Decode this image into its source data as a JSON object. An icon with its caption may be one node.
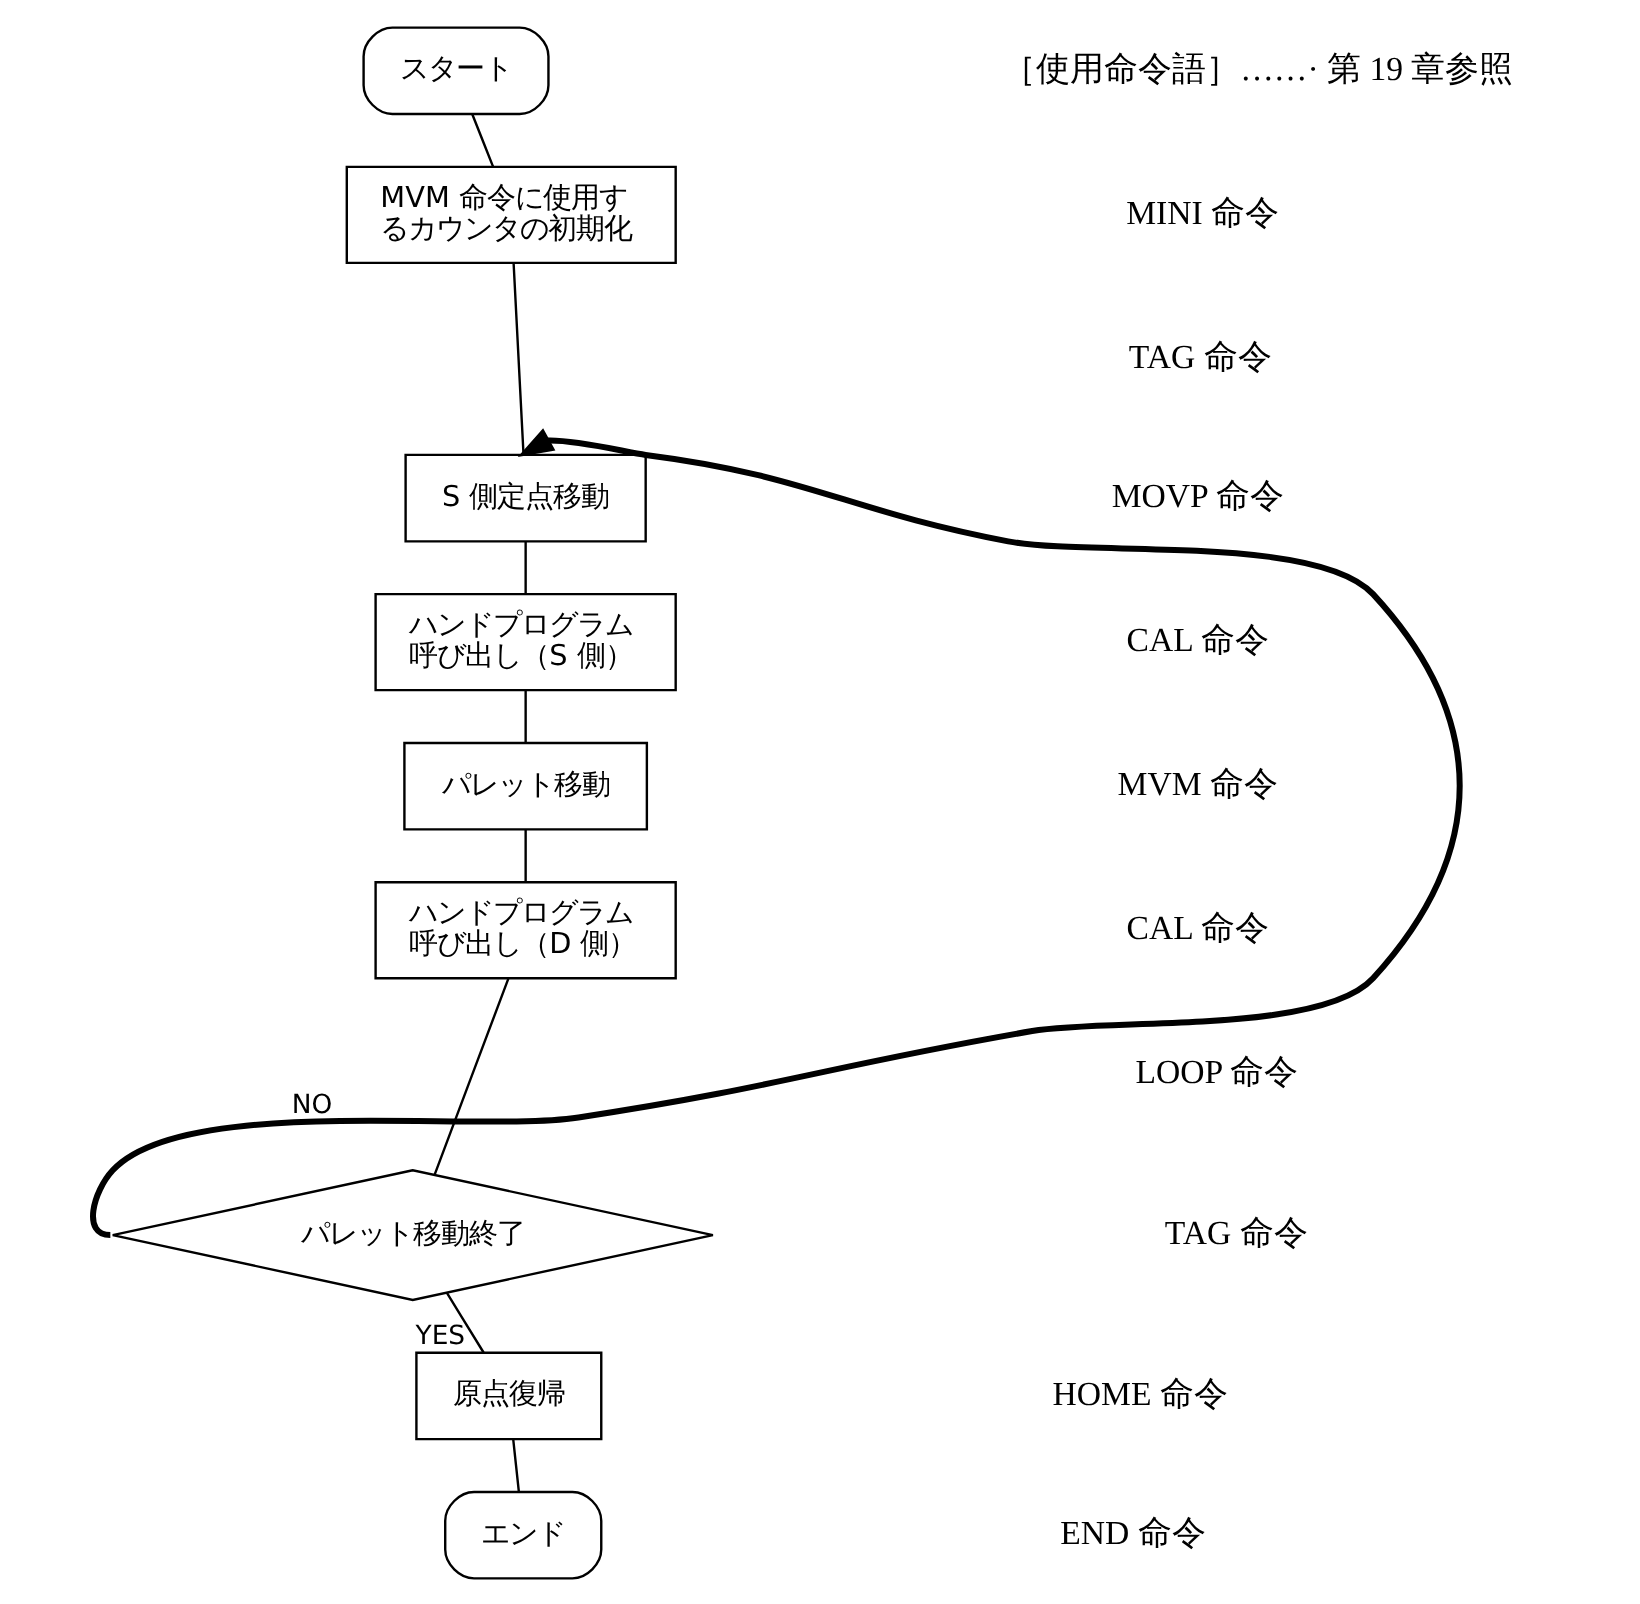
{
  "diagram": {
    "nodes": [
      {
        "text": [
          "スタート"
        ]
      },
      {
        "text": [
          "MVM 命令に使用するカウンタの初期化"
        ]
      },
      {
        "text": [
          "S 側定点移動"
        ]
      },
      {
        "text": [
          "ハンドプログラム呼び出し（S 側）"
        ]
      },
      {
        "text": [
          "パレット移動"
        ]
      },
      {
        "text": [
          "ハンドプログラム呼び出し（D 側）"
        ]
      },
      {
        "text": [
          "パレット移動終了"
        ]
      },
      {
        "text": [
          "原点復帰"
        ]
      },
      {
        "text": [
          "エンド"
        ]
      }
    ],
    "edges": [
      {
        "from": 0,
        "to": 1,
        "arrow": "none"
      },
      {
        "from": 1,
        "to": 2,
        "arrow": "none"
      },
      {
        "from": 2,
        "to": 3,
        "arrow": "none"
      },
      {
        "from": 3,
        "to": 4,
        "arrow": "none"
      },
      {
        "from": 4,
        "to": 5,
        "arrow": "none"
      },
      {
        "from": 5,
        "to": 6,
        "arrow": "none"
      },
      {
        "from": 6,
        "to": 7,
        "arrow": "none",
        "label": "YES"
      },
      {
        "from": 7,
        "to": 8,
        "arrow": "none"
      },
      {
        "from": 6,
        "to": 2,
        "arrow": "to",
        "label": "NO",
        "style": "thick"
      }
    ],
    "labels": [
      "［使用命令語］……· 第 19 章参照",
      "MINI 命令",
      "TAG 命令",
      "MOVP 命令",
      "CAL 命令",
      "MVM 命令",
      "CAL 命令",
      "LOOP 命令",
      "TAG 命令",
      "HOME 命令",
      "END 命令"
    ]
  }
}
